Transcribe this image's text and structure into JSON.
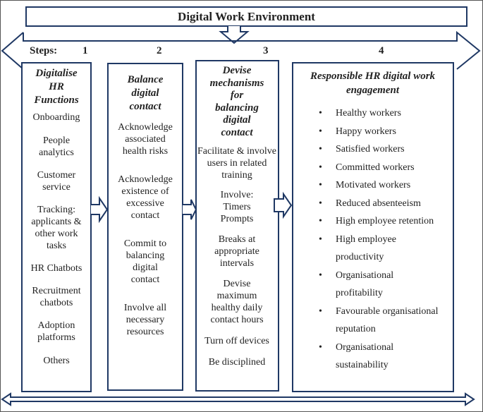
{
  "diagram": {
    "title": "Digital Work Environment",
    "steps_label": "Steps:",
    "step_numbers": [
      "1",
      "2",
      "3",
      "4"
    ],
    "columns": [
      {
        "heading": [
          "Digitalise",
          "HR",
          "Functions"
        ],
        "items": [
          "Onboarding",
          "People analytics",
          "Customer service",
          "Tracking: applicants & other work tasks",
          "HR Chatbots",
          "Recruitment chatbots",
          "Adoption platforms",
          "Others"
        ]
      },
      {
        "heading": [
          "Balance",
          "digital",
          "contact"
        ],
        "items": [
          "Acknowledge associated health risks",
          "Acknowledge existence of excessive contact",
          "Commit to balancing digital contact",
          "Involve all necessary resources"
        ]
      },
      {
        "heading": [
          "Devise",
          "mechanisms",
          "for",
          "balancing",
          "digital",
          "contact"
        ],
        "items": [
          "Facilitate & involve users in related training",
          "Involve: Timers Prompts",
          "Breaks at appropriate intervals",
          "Devise maximum healthy daily contact hours",
          "Turn off devices",
          "Be disciplined"
        ]
      },
      {
        "heading": [
          "Responsible HR digital work",
          "engagement"
        ],
        "bullet_glyph": "•",
        "items": [
          "Healthy workers",
          "Happy workers",
          "Satisfied workers",
          "Committed workers",
          "Motivated workers",
          "Reduced absenteeism",
          "High employee retention",
          "High employee productivity",
          "Organisational profitability",
          "Favourable organisational reputation",
          "Organisational sustainability"
        ]
      }
    ],
    "colors": {
      "stroke": "#1f3864",
      "text": "#222222"
    }
  }
}
